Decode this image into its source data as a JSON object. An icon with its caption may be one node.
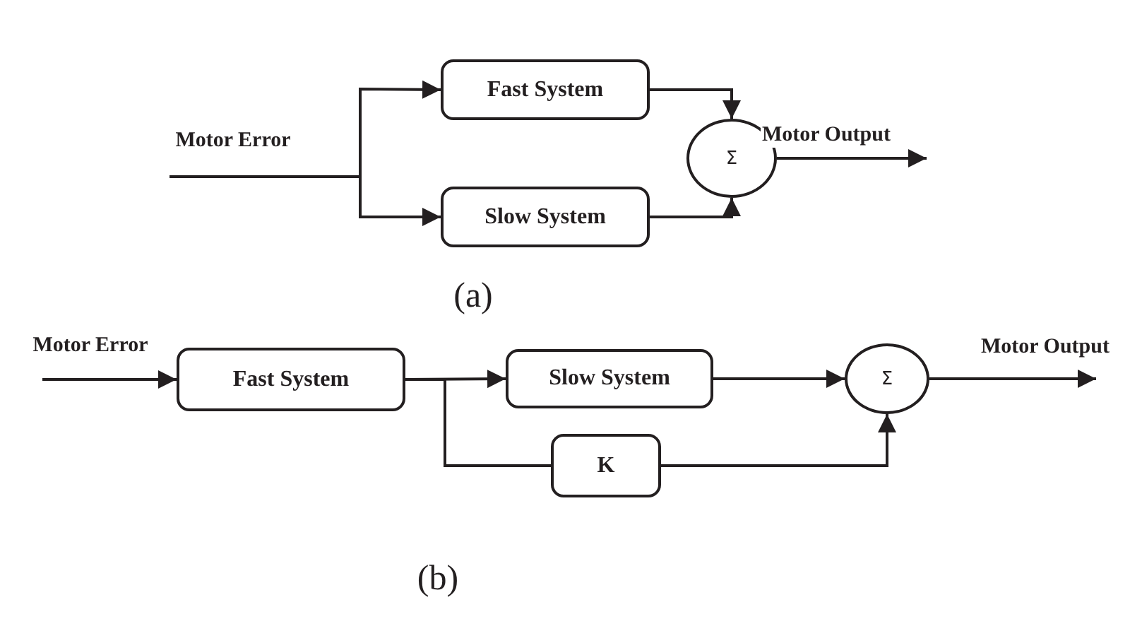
{
  "diagram": {
    "nodes": [
      {
        "text": [
          "Fast System"
        ]
      },
      {
        "text": [
          "Slow System"
        ]
      },
      {
        "text": [
          "Σ"
        ]
      },
      {
        "text": [
          "Fast System"
        ]
      },
      {
        "text": [
          "Slow System"
        ]
      },
      {
        "text": [
          "Σ"
        ]
      },
      {
        "text": [
          "K"
        ]
      }
    ],
    "edges": [
      {
        "from": null,
        "to": 0,
        "arrow": "to",
        "label": "Motor Error"
      },
      {
        "from": null,
        "to": 1,
        "arrow": "to"
      },
      {
        "from": 0,
        "to": 2,
        "arrow": "to"
      },
      {
        "from": 1,
        "to": 2,
        "arrow": "to"
      },
      {
        "from": 2,
        "to": null,
        "arrow": "to",
        "label": "Motor Output"
      },
      {
        "from": null,
        "to": 3,
        "arrow": "to",
        "label": "Motor Error"
      },
      {
        "from": 3,
        "to": 4,
        "arrow": "to"
      },
      {
        "from": 3,
        "to": 6,
        "arrow": "none"
      },
      {
        "from": 4,
        "to": 5,
        "arrow": "to"
      },
      {
        "from": 6,
        "to": 5,
        "arrow": "to"
      },
      {
        "from": 5,
        "to": null,
        "arrow": "to",
        "label": "Motor Output"
      }
    ],
    "labels": [
      "(a)",
      "(b)"
    ]
  }
}
